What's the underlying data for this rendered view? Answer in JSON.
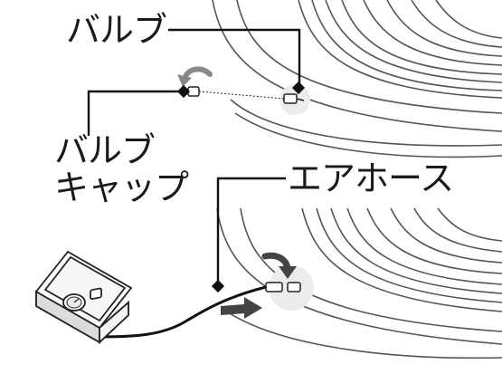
{
  "labels": {
    "valve": "バルブ",
    "valve_cap_line1": "バルブ",
    "valve_cap_line2": "キャップ",
    "air_hose": "エアホース"
  }
}
